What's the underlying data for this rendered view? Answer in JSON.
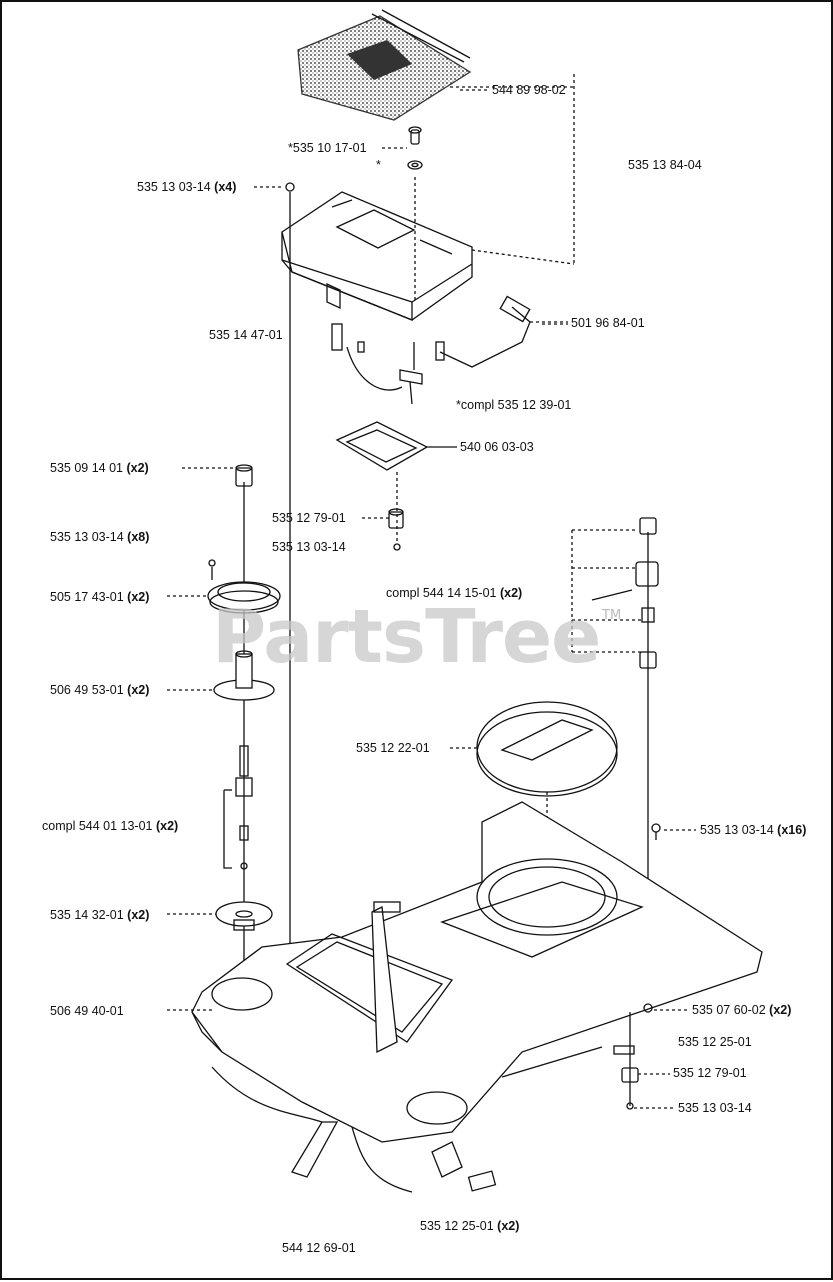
{
  "watermark": {
    "text": "PartsTree",
    "tm": "TM"
  },
  "labels": [
    {
      "id": "l1",
      "text": "544 89 98-02",
      "suffix": ""
    },
    {
      "id": "l2",
      "text": "*535 10 17-01",
      "suffix": ""
    },
    {
      "id": "l3",
      "text": "*",
      "suffix": ""
    },
    {
      "id": "l4",
      "text": "535 13 84-04",
      "suffix": ""
    },
    {
      "id": "l5",
      "text": "535 13 03-14",
      "suffix": "(x4)"
    },
    {
      "id": "l6",
      "text": "535 14 47-01",
      "suffix": ""
    },
    {
      "id": "l7",
      "text": "501 96 84-01",
      "suffix": ""
    },
    {
      "id": "l8",
      "text": "*compl 535 12 39-01",
      "suffix": ""
    },
    {
      "id": "l9",
      "text": "540 06 03-03",
      "suffix": ""
    },
    {
      "id": "l10",
      "text": "535 09 14 01",
      "suffix": "(x2)"
    },
    {
      "id": "l11",
      "text": "535 12 79-01",
      "suffix": ""
    },
    {
      "id": "l12",
      "text": "535 13 03-14",
      "suffix": "(x8)"
    },
    {
      "id": "l13",
      "text": "535 13 03-14",
      "suffix": ""
    },
    {
      "id": "l14",
      "text": "compl 544 14 15-01",
      "suffix": "(x2)"
    },
    {
      "id": "l15",
      "text": "505 17 43-01",
      "suffix": "(x2)"
    },
    {
      "id": "l16",
      "text": "506 49 53-01",
      "suffix": "(x2)"
    },
    {
      "id": "l17",
      "text": "535 12 22-01",
      "suffix": ""
    },
    {
      "id": "l18",
      "text": "compl 544 01 13-01",
      "suffix": "(x2)"
    },
    {
      "id": "l19",
      "text": "535 13 03-14",
      "suffix": "(x16)"
    },
    {
      "id": "l20",
      "text": "535 14 32-01",
      "suffix": "(x2)"
    },
    {
      "id": "l21",
      "text": "506 49 40-01",
      "suffix": ""
    },
    {
      "id": "l22",
      "text": "535 07 60-02",
      "suffix": "(x2)"
    },
    {
      "id": "l23",
      "text": "535 12 25-01",
      "suffix": ""
    },
    {
      "id": "l24",
      "text": "535 12 79-01",
      "suffix": ""
    },
    {
      "id": "l25",
      "text": "535 13 03-14",
      "suffix": ""
    },
    {
      "id": "l26",
      "text": "535 12 25-01",
      "suffix": "(x2)"
    },
    {
      "id": "l27",
      "text": "544 12 69-01",
      "suffix": ""
    }
  ]
}
